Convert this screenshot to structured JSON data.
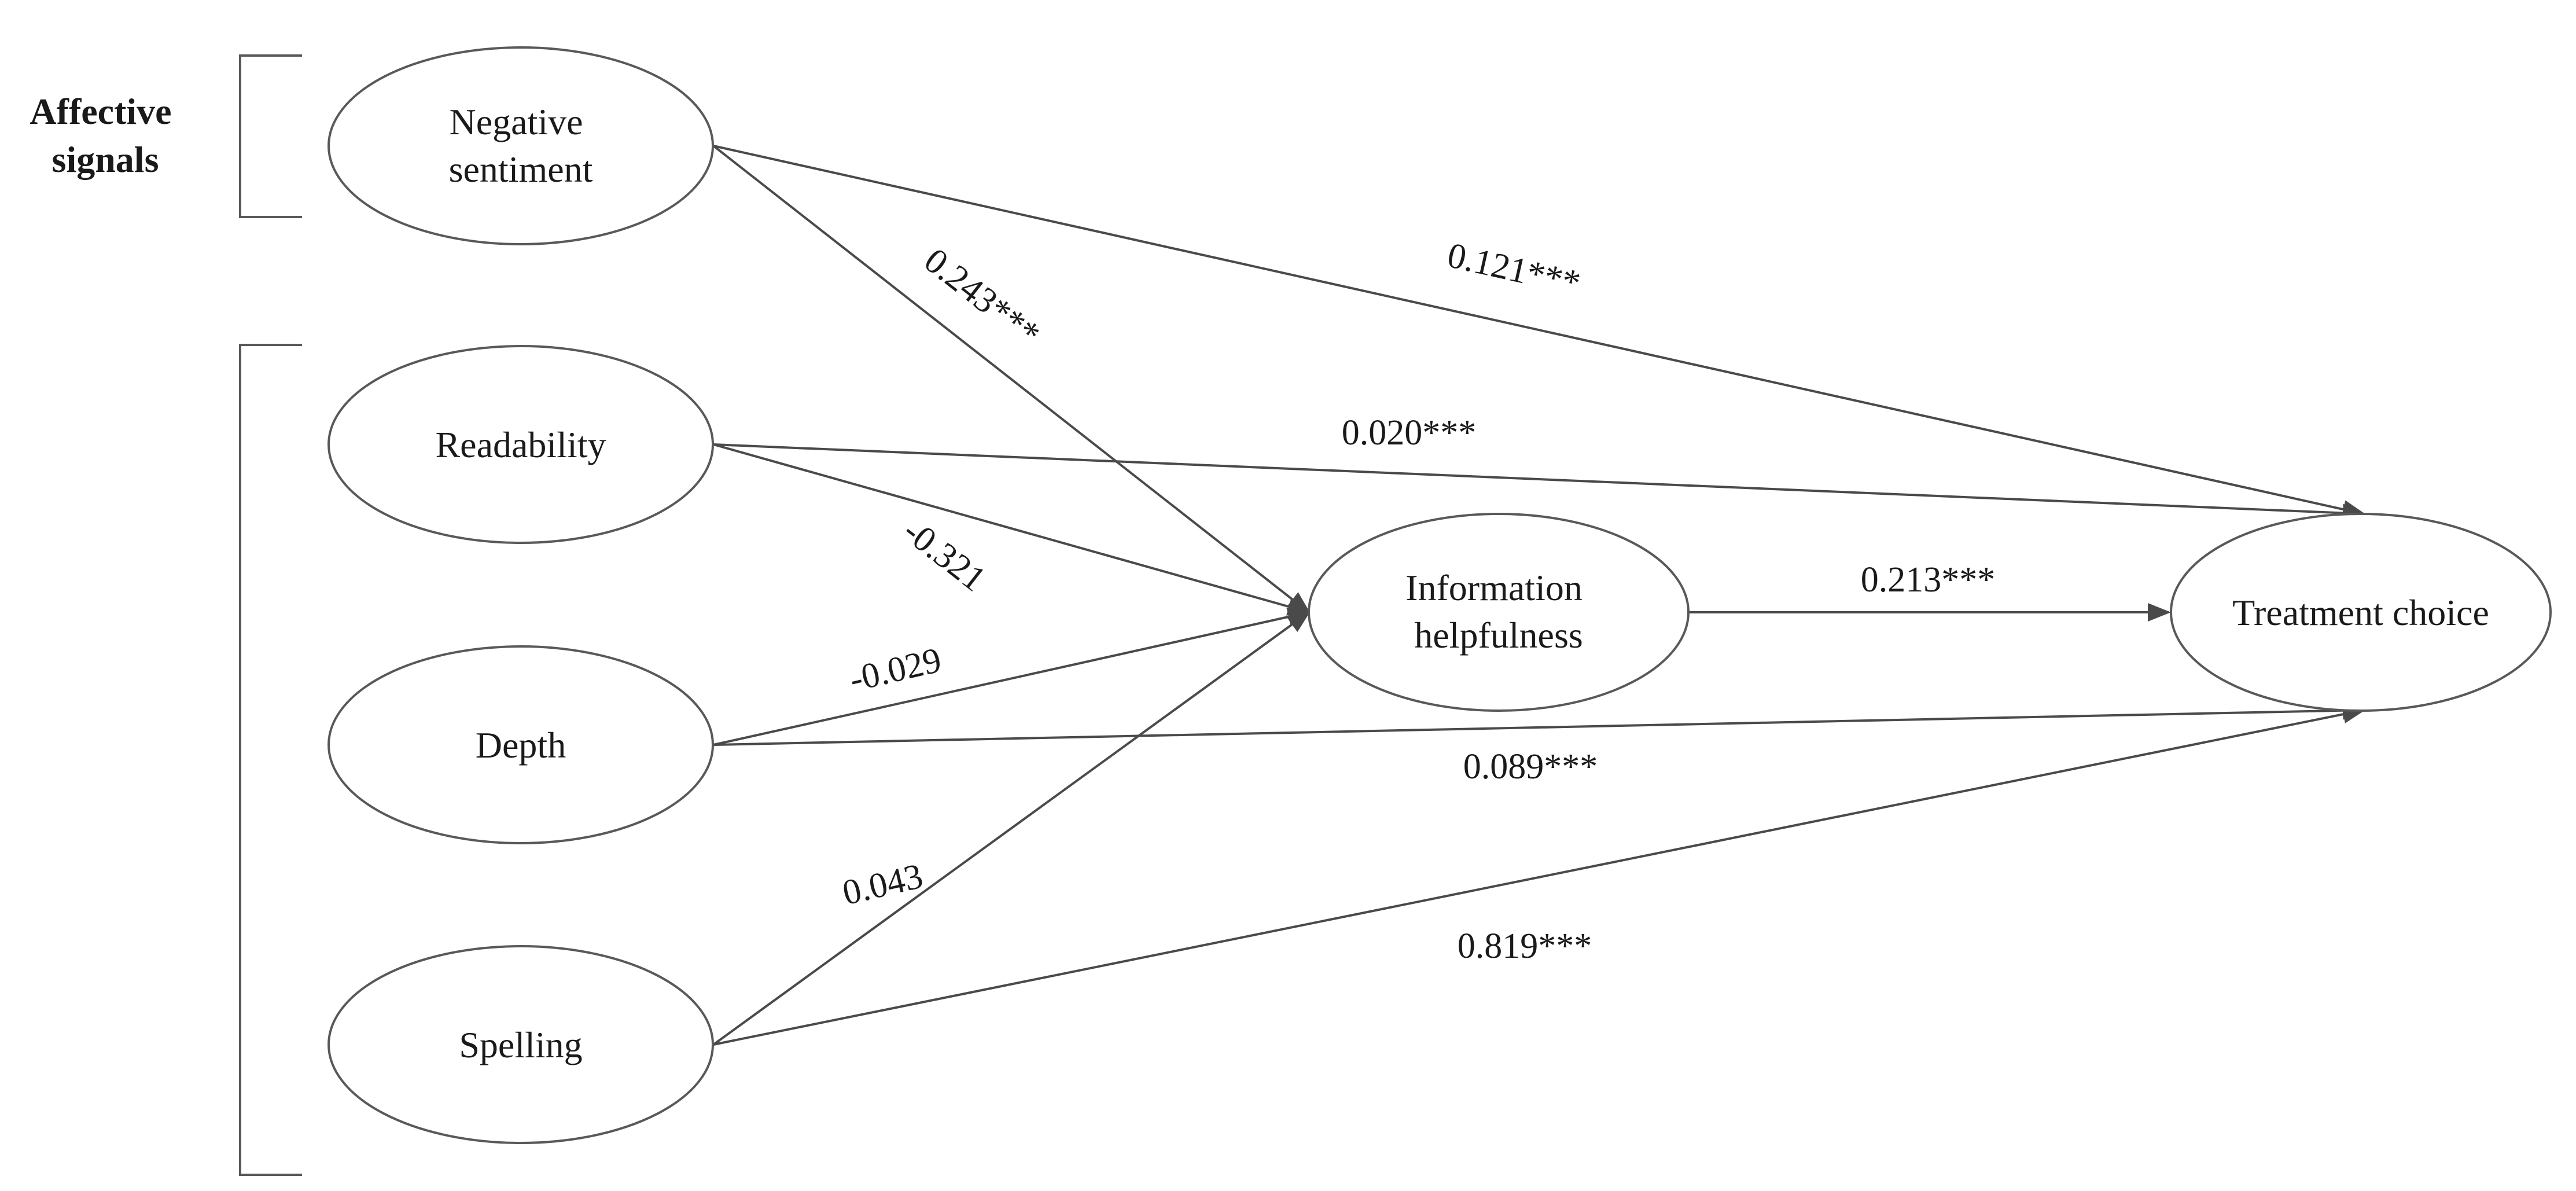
{
  "groups": {
    "affective": {
      "line1": "Affective",
      "line2": "signals"
    }
  },
  "nodes": {
    "negative_sentiment": {
      "line1": "Negative",
      "line2": "sentiment"
    },
    "readability": {
      "line1": "Readability"
    },
    "depth": {
      "line1": "Depth"
    },
    "spelling": {
      "line1": "Spelling"
    },
    "information_helpfulness": {
      "line1": "Information",
      "line2": "helpfulness"
    },
    "treatment_choice": {
      "line1": "Treatment choice"
    }
  },
  "edges": {
    "negative_to_helpfulness": "0.243***",
    "negative_to_treatment": "0.121***",
    "readability_to_treatment": "0.020***",
    "readability_to_helpfulness": "-0.321",
    "depth_to_helpfulness": "-0.029",
    "depth_to_treatment": "0.089***",
    "spelling_to_helpfulness": "0.043",
    "spelling_to_treatment": "0.819***",
    "helpfulness_to_treatment": "0.213***"
  },
  "colors": {
    "line": "#4a4a4a",
    "outline": "#595959",
    "text": "#1a1a1a",
    "background": "#ffffff"
  }
}
